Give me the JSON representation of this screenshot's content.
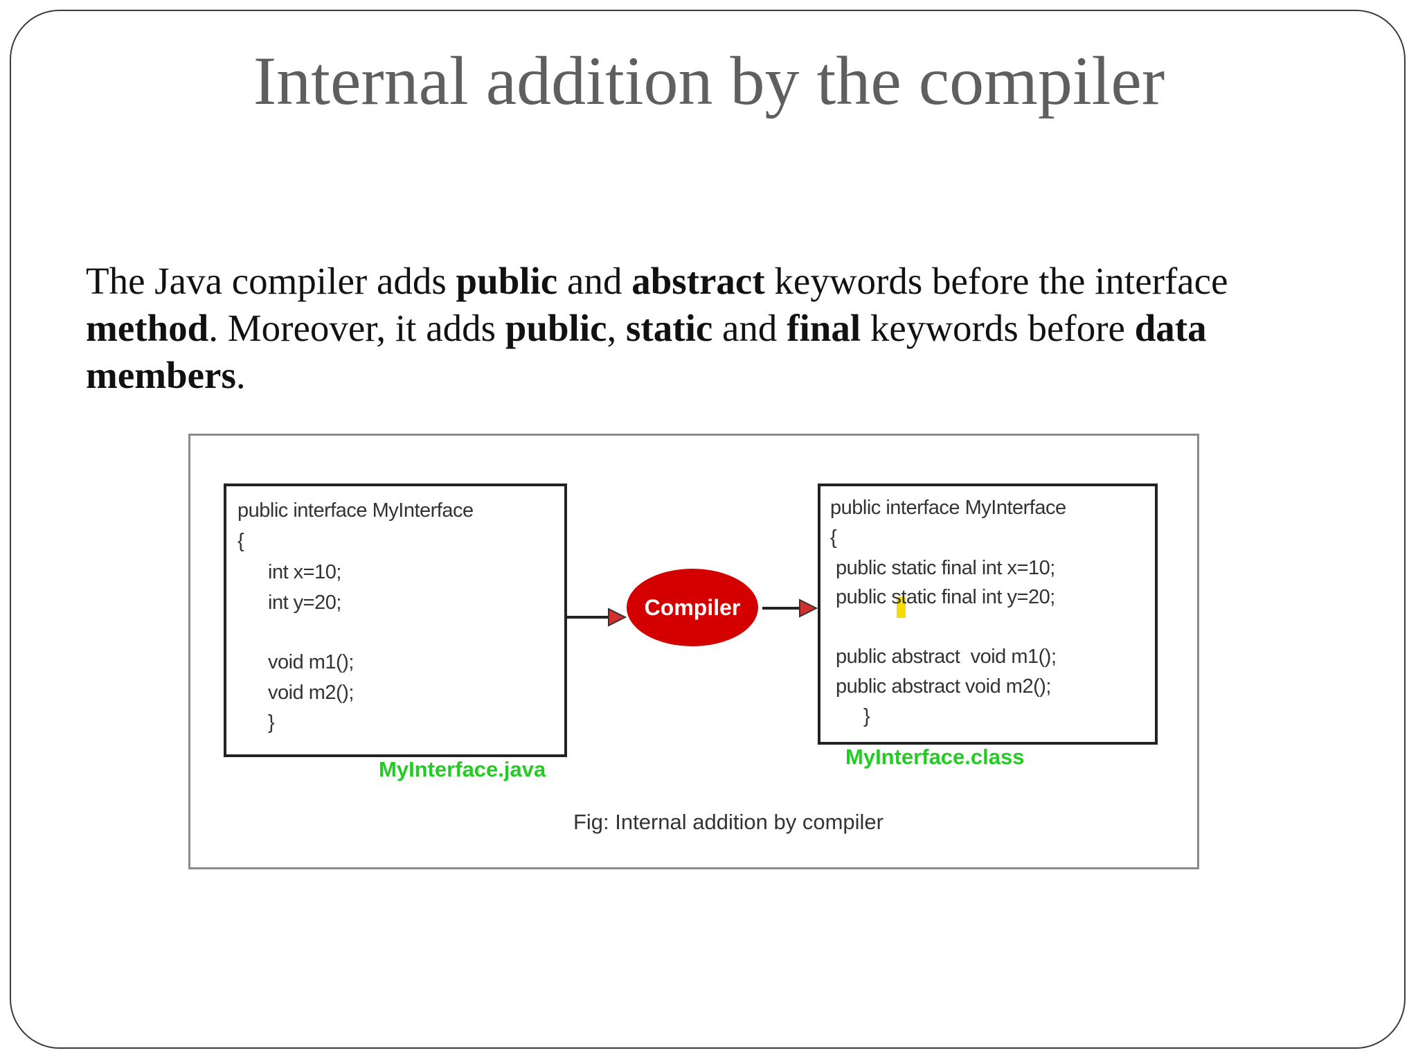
{
  "slide": {
    "title": "Internal addition by the compiler",
    "paragraph": {
      "t1": "The Java compiler adds ",
      "b1": "public",
      "t2": " and ",
      "b2": "abstract",
      "t3": " keywords before the interface ",
      "b3": "method",
      "t4": ". Moreover, it adds ",
      "b4": "public",
      "t5": ", ",
      "b5": "static",
      "t6": " and ",
      "b6": "final",
      "t7": " keywords before ",
      "b7": "data members",
      "t8": "."
    }
  },
  "figure": {
    "source_code": {
      "lines": [
        "public interface MyInterface",
        "{",
        "int x=10;",
        "int y=20;",
        "void m1();",
        "void m2();",
        "}"
      ],
      "file_label": "MyInterface.java"
    },
    "compiler_label": "Compiler",
    "compiled_code": {
      "lines": [
        "public interface MyInterface",
        "{",
        "public static final int x=10;",
        "public static final int y=20;",
        "public abstract  void m1();",
        "public abstract void m2();",
        "}"
      ],
      "file_label": "MyInterface.class"
    },
    "caption": "Fig: Internal addition by compiler",
    "colors": {
      "compiler_fill": "#d40000",
      "file_label": "#22cc22",
      "highlight": "#f7dc00",
      "arrow_head": "#d32f2f"
    }
  }
}
